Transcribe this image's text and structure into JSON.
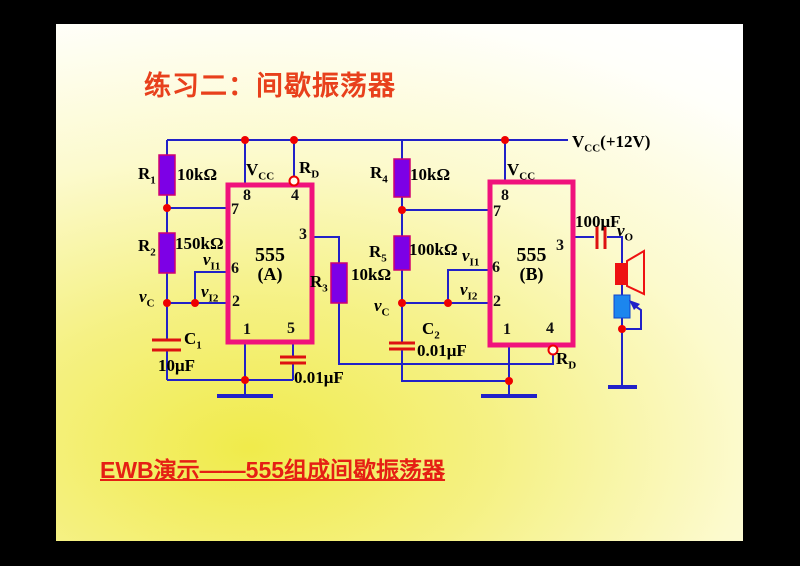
{
  "slide": {
    "title": "练习二：间歇振荡器",
    "footer_link": "EWB演示——555组成间歇振荡器"
  },
  "colors": {
    "background_yellow": "#f0eb4b",
    "title_red": "#e8401c",
    "link_red": "#e51f14",
    "wire_blue": "#2121c8",
    "chip_border_magenta": "#f0127c",
    "resistor_purple": "#7d00e6",
    "capacitor_red": "#dd1111",
    "junction_red": "#ee0000",
    "potentiometer_blue": "#1c86ee",
    "speaker_red": "#ee1111"
  },
  "circuit": {
    "supply": {
      "base": "V",
      "sub": "CC",
      "suffix": "(+12V)"
    },
    "chips": [
      {
        "part": "555",
        "variant": "(A)",
        "pins": [
          "8",
          "4",
          "7",
          "3",
          "6",
          "2",
          "1",
          "5"
        ]
      },
      {
        "part": "555",
        "variant": "(B)",
        "pins": [
          "8",
          "7",
          "6",
          "2",
          "3",
          "1",
          "4"
        ]
      }
    ],
    "labels": {
      "vcc_a": {
        "base": "V",
        "sub": "CC"
      },
      "vcc_b": {
        "base": "V",
        "sub": "CC"
      },
      "rd_a": {
        "base": "R",
        "sub": "D"
      },
      "rd_b": {
        "base": "R",
        "sub": "D"
      },
      "r1": {
        "base": "R",
        "sub": "1",
        "value": "10kΩ"
      },
      "r2": {
        "base": "R",
        "sub": "2",
        "value": "150kΩ"
      },
      "r3": {
        "base": "R",
        "sub": "3",
        "value": "10kΩ"
      },
      "r4": {
        "base": "R",
        "sub": "4",
        "value": "10kΩ"
      },
      "r5": {
        "base": "R",
        "sub": "5",
        "value": "100kΩ"
      },
      "c1": {
        "base": "C",
        "sub": "1",
        "value": "10μF"
      },
      "c2": {
        "base": "C",
        "sub": "2",
        "value": "0.01μF"
      },
      "cap_a5": {
        "value": "0.01μF"
      },
      "cap_out": {
        "value": "100μF"
      },
      "vi1_a": {
        "base": "v",
        "sub": "I1"
      },
      "vi2_a": {
        "base": "v",
        "sub": "I2"
      },
      "vc_a": {
        "base": "v",
        "sub": "C"
      },
      "vi1_b": {
        "base": "v",
        "sub": "I1"
      },
      "vi2_b": {
        "base": "v",
        "sub": "I2"
      },
      "vc_b": {
        "base": "v",
        "sub": "C"
      },
      "vo": {
        "base": "v",
        "sub": "O"
      }
    }
  }
}
